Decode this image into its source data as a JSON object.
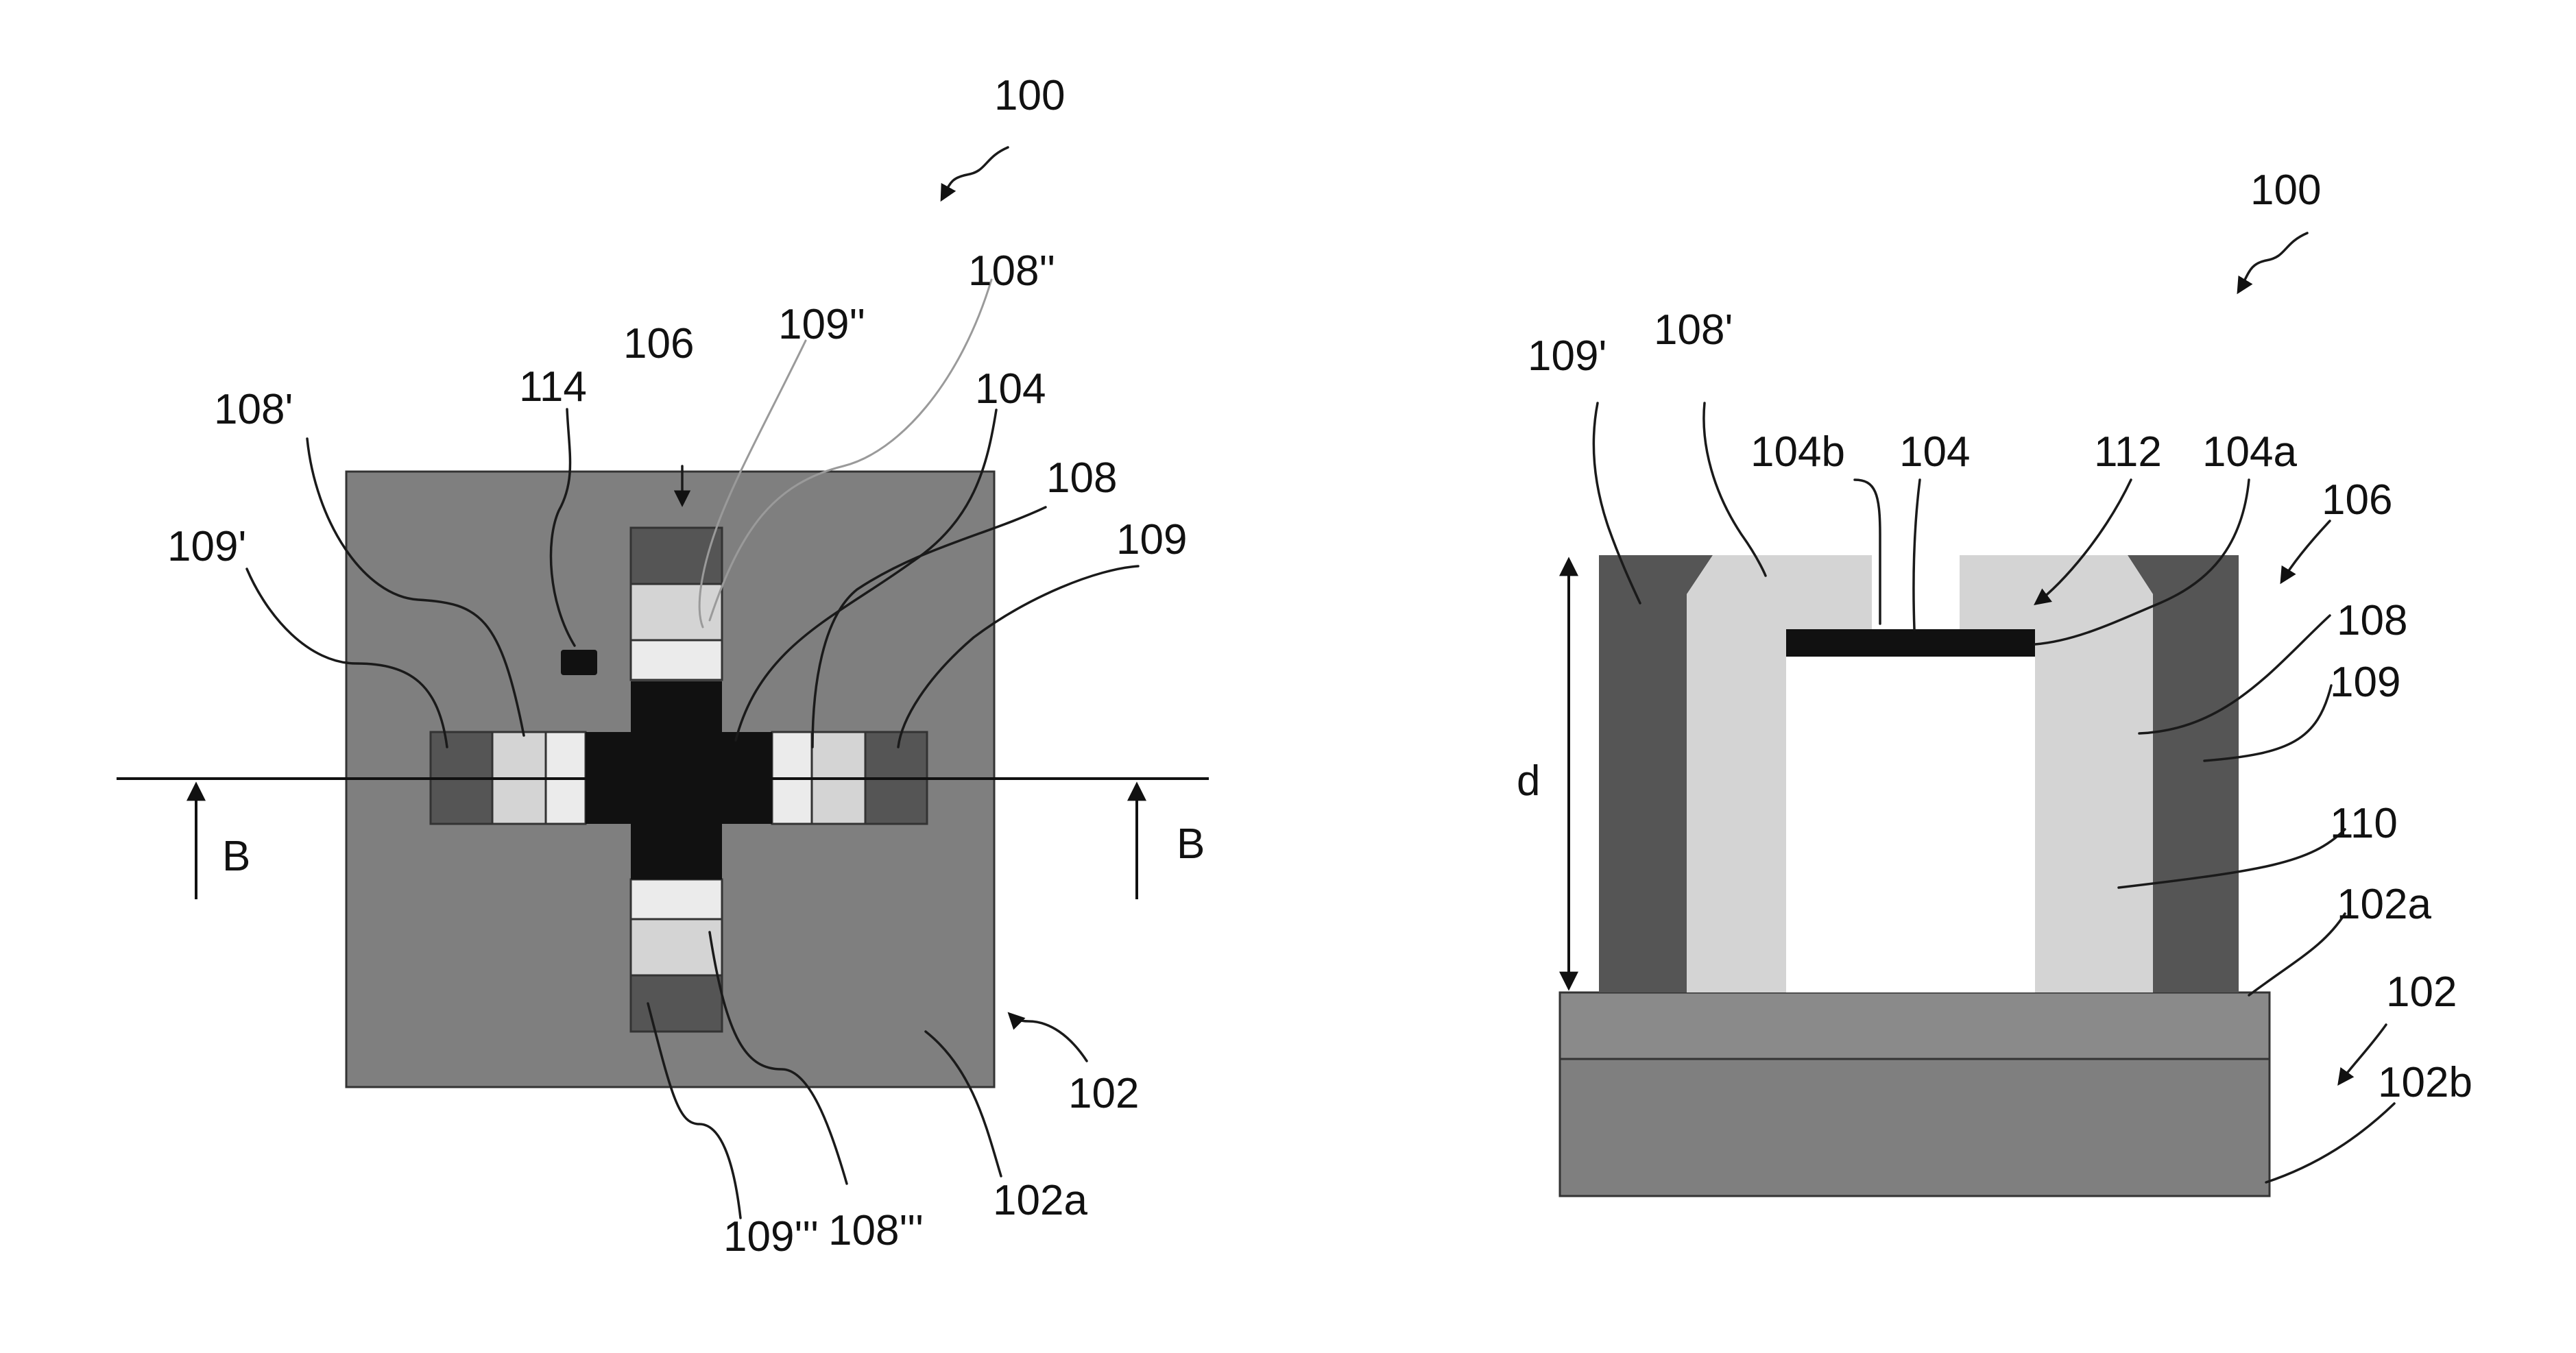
{
  "colors": {
    "substrate": "#7f7f7f",
    "substrate_top": "#8a8a8a",
    "outer_ring": "#555555",
    "inner_ring": "#d4d4d4",
    "inner_ring_pale": "#ebebeb",
    "cross": "#111111",
    "cavity": "#ffffff",
    "line": "#111111"
  },
  "top_view": {
    "label_100": "100",
    "label_106": "106",
    "label_114": "114",
    "label_108pp": "108''",
    "label_109pp": "109''",
    "label_104": "104",
    "label_108p": "108'",
    "label_109p": "109'",
    "label_108": "108",
    "label_109": "109",
    "label_b_left": "B",
    "label_b_right": "B",
    "label_102": "102",
    "label_102a": "102a",
    "label_109ppp": "109'''",
    "label_108ppp": "108'''"
  },
  "section_view": {
    "label_100": "100",
    "label_109p": "109'",
    "label_108p": "108'",
    "label_104b": "104b",
    "label_104": "104",
    "label_112": "112",
    "label_104a": "104a",
    "label_106": "106",
    "label_108": "108",
    "label_109": "109",
    "label_d": "d",
    "label_110": "110",
    "label_102a": "102a",
    "label_102": "102",
    "label_102b": "102b"
  }
}
